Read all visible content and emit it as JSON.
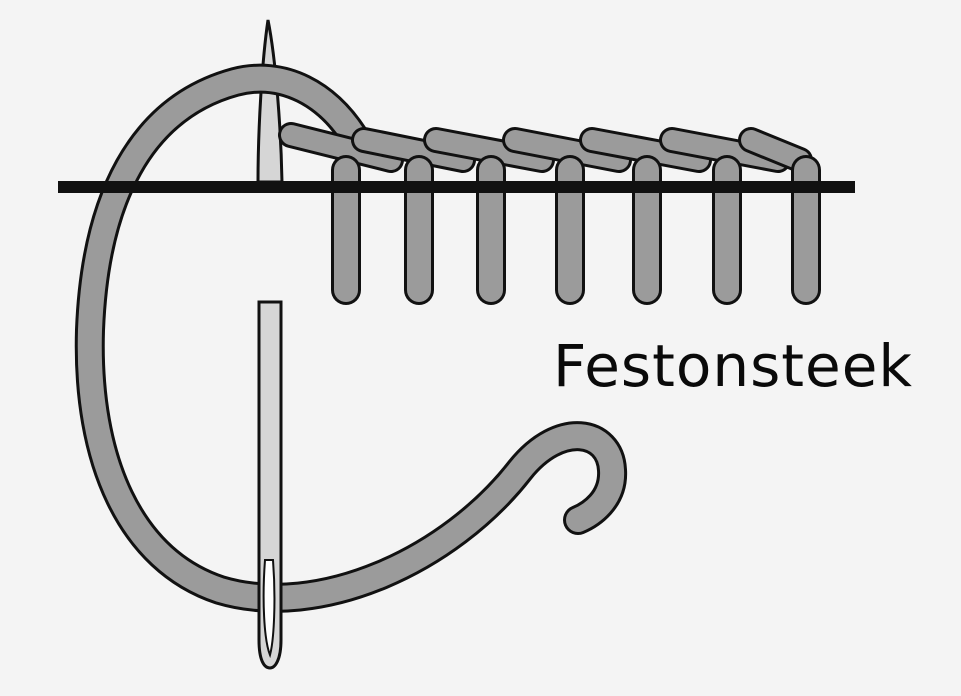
{
  "diagram": {
    "label": "Festonsteek",
    "colors": {
      "background": "#f4f4f4",
      "thread": "#9b9b9b",
      "outline": "#111111",
      "needle": "#d6d6d6",
      "fabric_line": "#111111"
    },
    "elements": {
      "fabric_line": "fabric-line",
      "needle": "needle",
      "working_thread": "working-thread",
      "stitches": [
        "stitch-1",
        "stitch-2",
        "stitch-3",
        "stitch-4",
        "stitch-5",
        "stitch-6",
        "stitch-7"
      ]
    }
  }
}
